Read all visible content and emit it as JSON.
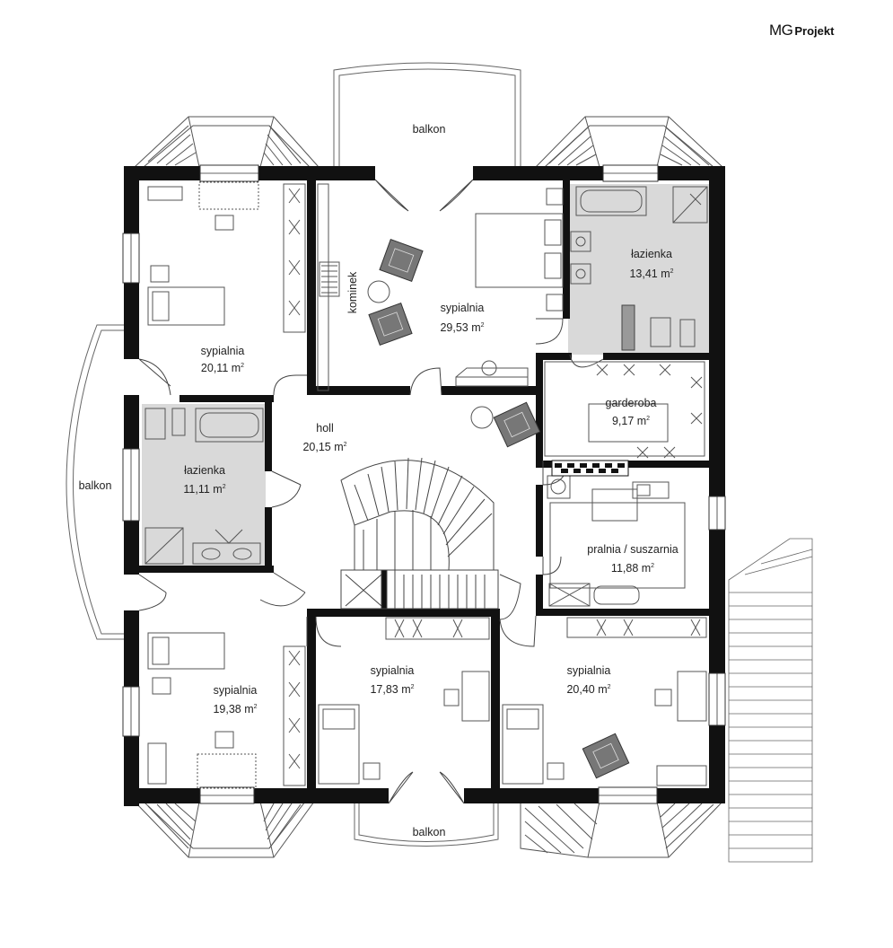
{
  "brand": {
    "logo_main": "MG",
    "logo_sub": "Projekt"
  },
  "colors": {
    "wall": "#111111",
    "line": "#555555",
    "bathroom_fill": "#d9d9d9",
    "furniture_fill": "#777777"
  },
  "rooms": [
    {
      "id": "balkon_top",
      "name": "balkon",
      "area": ""
    },
    {
      "id": "sypialnia_nw",
      "name": "sypialnia",
      "area": "20,11 m",
      "unit_sup": "2"
    },
    {
      "id": "kominek",
      "name": "kominek",
      "area": ""
    },
    {
      "id": "sypialnia_master",
      "name": "sypialnia",
      "area": "29,53 m",
      "unit_sup": "2"
    },
    {
      "id": "lazienka_ne",
      "name": "łazienka",
      "area": "13,41 m",
      "unit_sup": "2"
    },
    {
      "id": "holl",
      "name": "holl",
      "area": "20,15 m",
      "unit_sup": "2"
    },
    {
      "id": "garderoba",
      "name": "garderoba",
      "area": "9,17 m",
      "unit_sup": "2"
    },
    {
      "id": "balkon_west",
      "name": "balkon",
      "area": ""
    },
    {
      "id": "lazienka_w",
      "name": "łazienka",
      "area": "11,11 m",
      "unit_sup": "2"
    },
    {
      "id": "pralnia",
      "name": "pralnia / suszarnia",
      "area": "11,88 m",
      "unit_sup": "2"
    },
    {
      "id": "sypialnia_sw",
      "name": "sypialnia",
      "area": "19,38 m",
      "unit_sup": "2"
    },
    {
      "id": "sypialnia_s",
      "name": "sypialnia",
      "area": "17,83 m",
      "unit_sup": "2"
    },
    {
      "id": "sypialnia_se",
      "name": "sypialnia",
      "area": "20,40 m",
      "unit_sup": "2"
    },
    {
      "id": "balkon_bottom",
      "name": "balkon",
      "area": ""
    }
  ]
}
